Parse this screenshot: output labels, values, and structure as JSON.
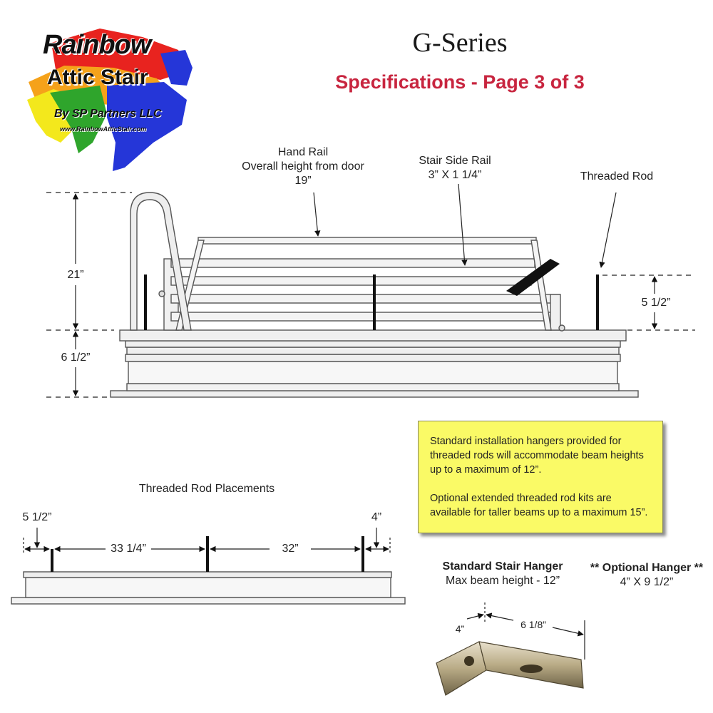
{
  "logo": {
    "line1": "Rainbow",
    "line2": "Attic Stair",
    "line3": "By SP Partners LLC",
    "url": "www.RainbowAtticStair.com"
  },
  "header": {
    "title": "G-Series",
    "subtitle": "Specifications - Page 3 of 3"
  },
  "side_view": {
    "hand_rail_title": "Hand Rail",
    "hand_rail_desc": "Overall height from door",
    "hand_rail_value": "19”",
    "side_rail_title": "Stair Side Rail",
    "side_rail_value": "3” X 1 1/4”",
    "rod_label": "Threaded Rod",
    "dim_left_upper": "21”",
    "dim_left_lower": "6 1/2”",
    "dim_right": "5 1/2”"
  },
  "placements": {
    "title": "Threaded Rod Placements",
    "dim_left": "5 1/2”",
    "dim_span1": "33 1/4”",
    "dim_span2": "32”",
    "dim_right": "4”"
  },
  "note": {
    "para1": "Standard installation hangers provided for threaded rods will accommodate beam heights up to a maximum of 12”.",
    "para2": "Optional extended threaded rod kits are available for taller beams up to a maximum 15”."
  },
  "hangers": {
    "standard_title": "Standard Stair Hanger",
    "standard_desc": "Max beam height - 12”",
    "optional_title": "** Optional Hanger **",
    "optional_desc": "4” X 9 1/2”",
    "photo_dim_a": "4”",
    "photo_dim_b": "6 1/8”"
  },
  "colors": {
    "accent_red": "#c8253f",
    "note_yellow": "#fafa66"
  }
}
